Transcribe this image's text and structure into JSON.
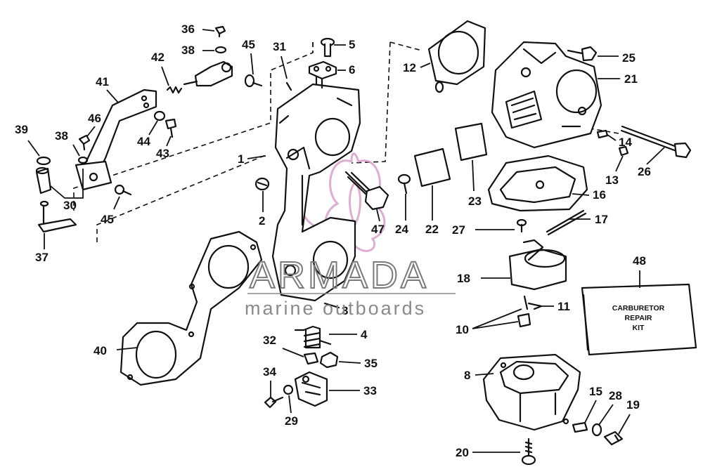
{
  "callouts": [
    {
      "id": "c1",
      "label": "1"
    },
    {
      "id": "c2",
      "label": "2"
    },
    {
      "id": "c3",
      "label": "3"
    },
    {
      "id": "c4",
      "label": "4"
    },
    {
      "id": "c5",
      "label": "5"
    },
    {
      "id": "c6",
      "label": "6"
    },
    {
      "id": "c8",
      "label": "8"
    },
    {
      "id": "c10",
      "label": "10"
    },
    {
      "id": "c11",
      "label": "11"
    },
    {
      "id": "c12",
      "label": "12"
    },
    {
      "id": "c13",
      "label": "13"
    },
    {
      "id": "c14",
      "label": "14"
    },
    {
      "id": "c15",
      "label": "15"
    },
    {
      "id": "c16",
      "label": "16"
    },
    {
      "id": "c17",
      "label": "17"
    },
    {
      "id": "c18",
      "label": "18"
    },
    {
      "id": "c19",
      "label": "19"
    },
    {
      "id": "c20",
      "label": "20"
    },
    {
      "id": "c21",
      "label": "21"
    },
    {
      "id": "c22",
      "label": "22"
    },
    {
      "id": "c23",
      "label": "23"
    },
    {
      "id": "c24",
      "label": "24"
    },
    {
      "id": "c25",
      "label": "25"
    },
    {
      "id": "c26",
      "label": "26"
    },
    {
      "id": "c27",
      "label": "27"
    },
    {
      "id": "c28",
      "label": "28"
    },
    {
      "id": "c29",
      "label": "29"
    },
    {
      "id": "c30",
      "label": "30"
    },
    {
      "id": "c31",
      "label": "31"
    },
    {
      "id": "c32",
      "label": "32"
    },
    {
      "id": "c33",
      "label": "33"
    },
    {
      "id": "c34",
      "label": "34"
    },
    {
      "id": "c35",
      "label": "35"
    },
    {
      "id": "c36",
      "label": "36"
    },
    {
      "id": "c37",
      "label": "37"
    },
    {
      "id": "c38a",
      "label": "38"
    },
    {
      "id": "c38b",
      "label": "38"
    },
    {
      "id": "c39",
      "label": "39"
    },
    {
      "id": "c40",
      "label": "40"
    },
    {
      "id": "c41",
      "label": "41"
    },
    {
      "id": "c42",
      "label": "42"
    },
    {
      "id": "c43",
      "label": "43"
    },
    {
      "id": "c44",
      "label": "44"
    },
    {
      "id": "c45a",
      "label": "45"
    },
    {
      "id": "c45b",
      "label": "45"
    },
    {
      "id": "c46",
      "label": "46"
    },
    {
      "id": "c47",
      "label": "47"
    },
    {
      "id": "c48",
      "label": "48"
    }
  ],
  "kit_box": {
    "line1": "CARBURETOR",
    "line2": "REPAIR",
    "line3": "KIT"
  },
  "watermark": {
    "brand": "ARMADA",
    "tagline": "marine outboards",
    "colors": {
      "logo": "#d69ac4",
      "text": "#7a7a7a"
    }
  }
}
